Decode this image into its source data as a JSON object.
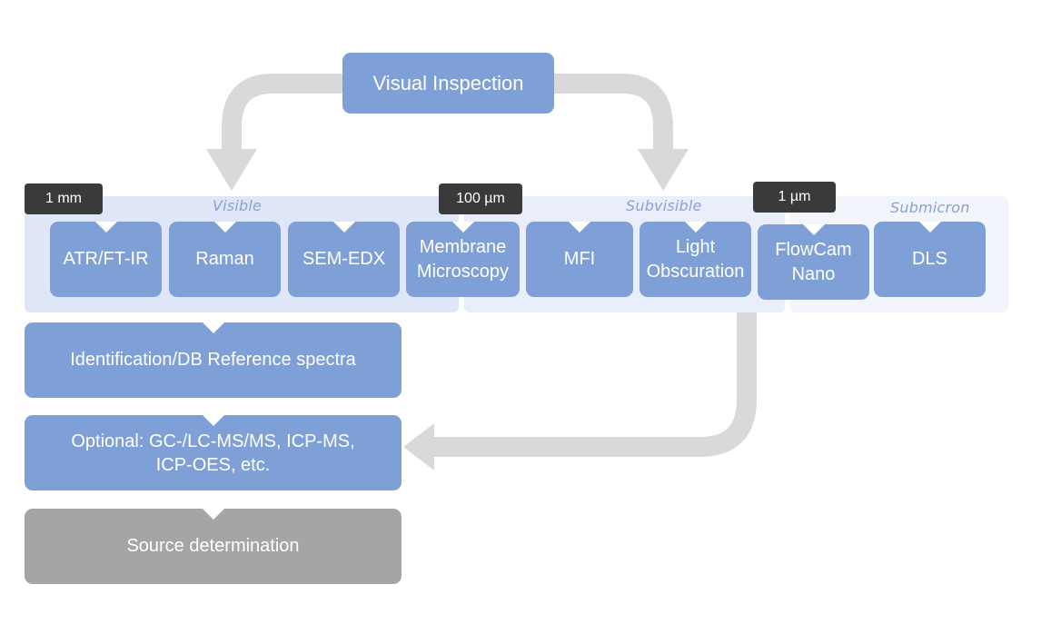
{
  "top": {
    "label": "Visual Inspection"
  },
  "zones": {
    "visible": "Visible",
    "subvisible": "Subvisible",
    "submicron": "Submicron"
  },
  "scale_tags": [
    "1 mm",
    "100 µm",
    "1 µm"
  ],
  "methods": [
    "ATR/FT-IR",
    "Raman",
    "SEM-EDX",
    "Membrane\nMicroscopy",
    "MFI",
    "Light\nObscuration",
    "FlowCam\nNano",
    "DLS"
  ],
  "steps": {
    "identification": "Identification/DB Reference spectra",
    "optional": "Optional: GC-/LC-MS/MS, ICP-MS,\nICP-OES, etc.",
    "source": "Source determination"
  },
  "colors": {
    "box_blue": "#7f9fd7",
    "box_gray": "#a5a5a5",
    "arrow_gray": "#d9d9d9",
    "tag_dark": "#3a3a3a"
  }
}
